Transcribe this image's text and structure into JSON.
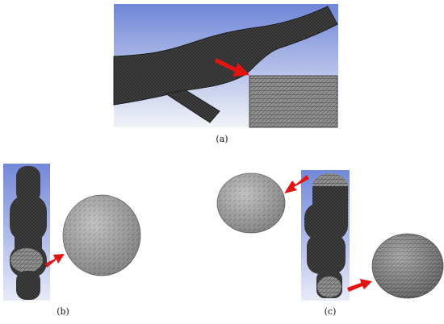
{
  "captions": {
    "a": "(a)",
    "b": "(b)",
    "c": "(c)"
  },
  "colors": {
    "background_gradient_top": "#6f86d8",
    "background_gradient_bottom": "#f2f3f8",
    "mesh_dark": "#2b2b2b",
    "mesh_light": "#9a9a9a",
    "arrow_red": "#e3140f"
  },
  "panels": [
    {
      "id": "a",
      "description_icon": "vessel-mesh-with-zoom-inset"
    },
    {
      "id": "b",
      "description_icon": "cylinder-mesh-with-cross-section"
    },
    {
      "id": "c",
      "description_icon": "cylinder-mesh-with-two-cross-sections"
    }
  ]
}
